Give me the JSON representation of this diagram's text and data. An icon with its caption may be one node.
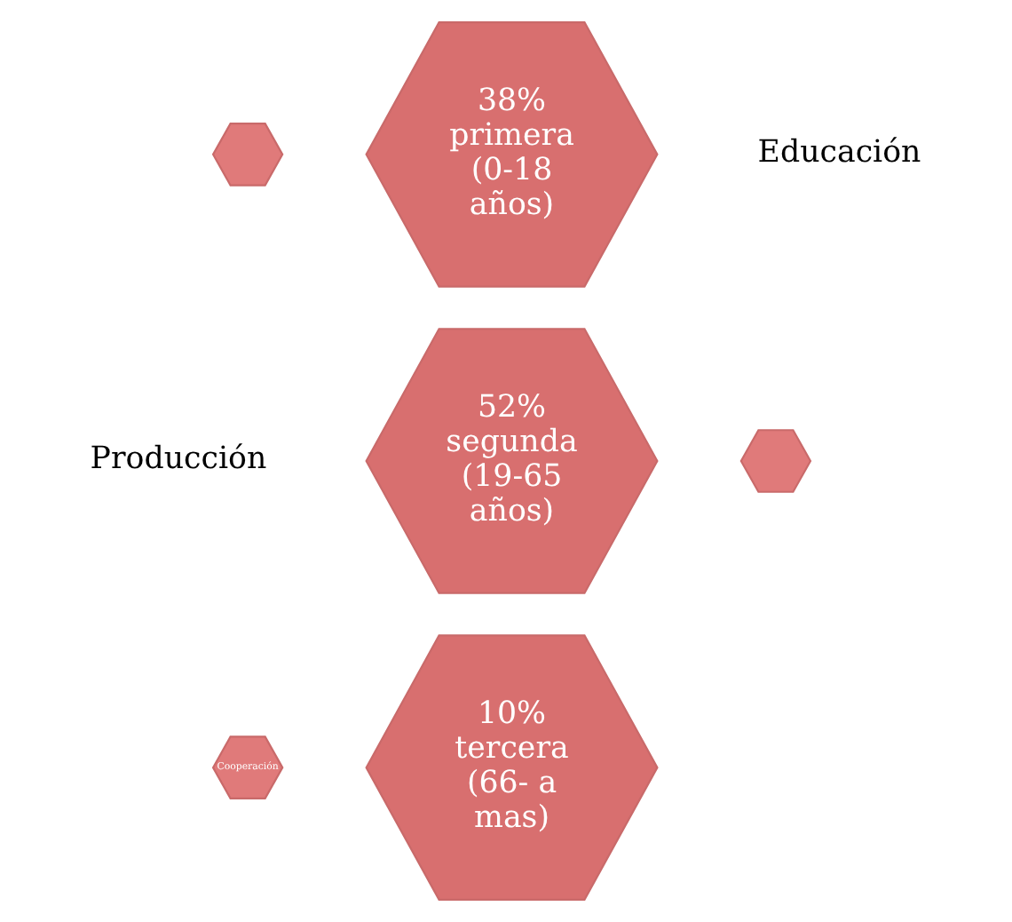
{
  "diagram": {
    "nodes": [
      {
        "text": [
          "38% primera (0-18 años)"
        ],
        "beside": [
          "Educación"
        ]
      },
      {
        "text": [],
        "shape": "hexagon"
      },
      {
        "text": [
          "52% segunda (19-65 años)"
        ],
        "beside": [
          "Producción"
        ]
      },
      {
        "text": [],
        "shape": "hexagon"
      },
      {
        "text": [
          "10%",
          "tercera (66- a mas)"
        ]
      },
      {
        "text": [
          "Cooperación"
        ]
      }
    ],
    "edges": []
  }
}
